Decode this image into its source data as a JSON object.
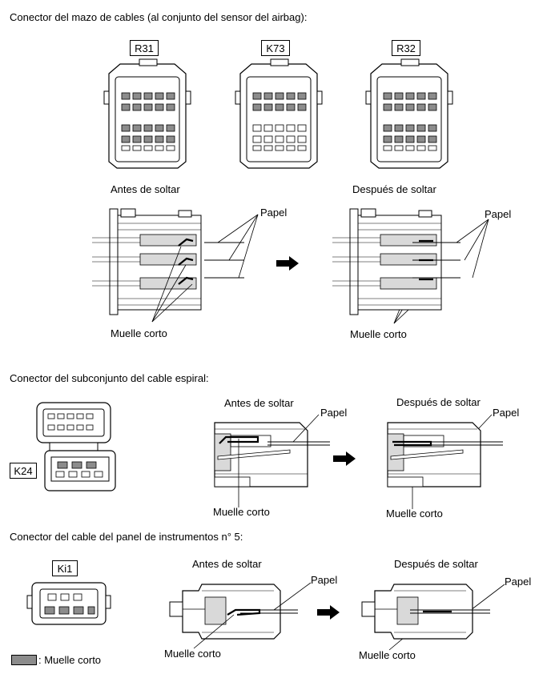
{
  "section1": {
    "title": "Conector del mazo de cables (al conjunto del sensor del airbag):",
    "connectors": [
      "R31",
      "K73",
      "R32"
    ],
    "before_label": "Antes de soltar",
    "after_label": "Después de soltar",
    "paper_label": "Papel",
    "spring_label": "Muelle corto"
  },
  "section2": {
    "title": "Conector del subconjunto del cable espiral:",
    "connector": "K24",
    "before_label": "Antes de soltar",
    "after_label": "Después de soltar",
    "paper_label": "Papel",
    "spring_label": "Muelle corto"
  },
  "section3": {
    "title": "Conector del cable del panel de instrumentos n° 5:",
    "connector": "Ki1",
    "before_label": "Antes de soltar",
    "after_label": "Después de soltar",
    "paper_label": "Papel",
    "spring_label": "Muelle corto"
  },
  "legend": {
    "label": ": Muelle corto",
    "swatch_color": "#8c8c8c"
  }
}
